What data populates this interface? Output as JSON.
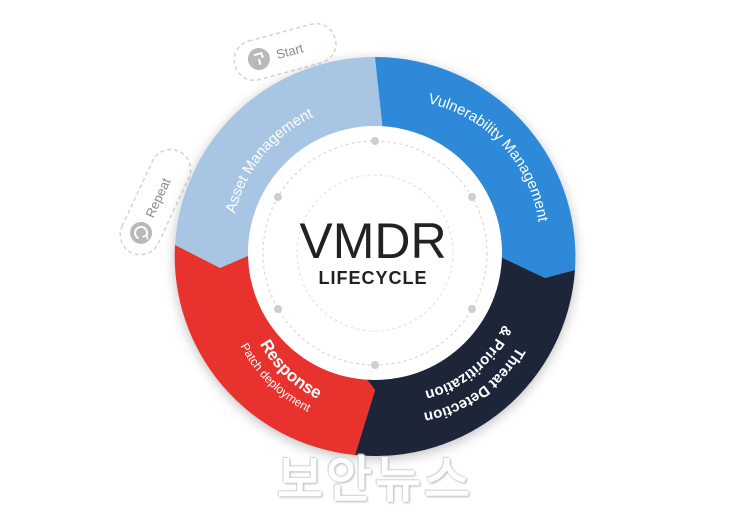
{
  "title": "VMDR",
  "subtitle": "LIFECYCLE",
  "start_label": "Start",
  "repeat_label": "Repeat",
  "segments": [
    {
      "id": "asset",
      "label": "Asset Management",
      "color": "#a8c6e4"
    },
    {
      "id": "vuln",
      "label": "Vulnerability Management",
      "color": "#2f8ad8"
    },
    {
      "id": "threat",
      "label": "Threat Detection",
      "label2": "& Prioritization",
      "color": "#1b2639"
    },
    {
      "id": "response",
      "label": "Response",
      "sublabel": "Patch deployment",
      "color": "#e7322d"
    }
  ],
  "watermark": "보안뉴스"
}
